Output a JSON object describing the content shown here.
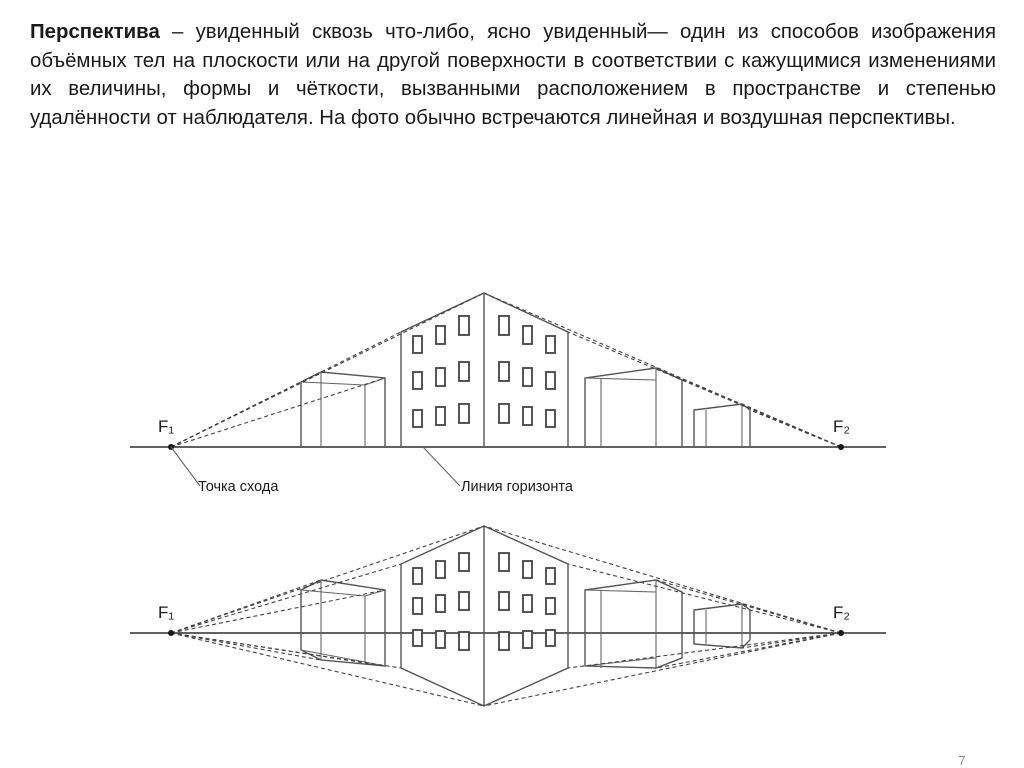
{
  "paragraph": {
    "term": "Перспектива",
    "body": " – увиденный сквозь что-либо, ясно увиденный— один из способов изображения объёмных тел на плоскости или на другой поверхности в соответствии с кажущимися изменениями их величины, формы и чёткости, вызванными расположением в пространстве и степенью удалённости от наблюдателя. На фото обычно встречаются линейная и воздушная перспективы."
  },
  "figure": {
    "top": {
      "vp_left": "F₁",
      "vp_right": "F₂",
      "label_vanishing_point": "Точка схода",
      "label_horizon": "Линия горизонта"
    },
    "bottom": {
      "vp_left": "F₁",
      "vp_right": "F₂"
    }
  },
  "page_number": "7"
}
